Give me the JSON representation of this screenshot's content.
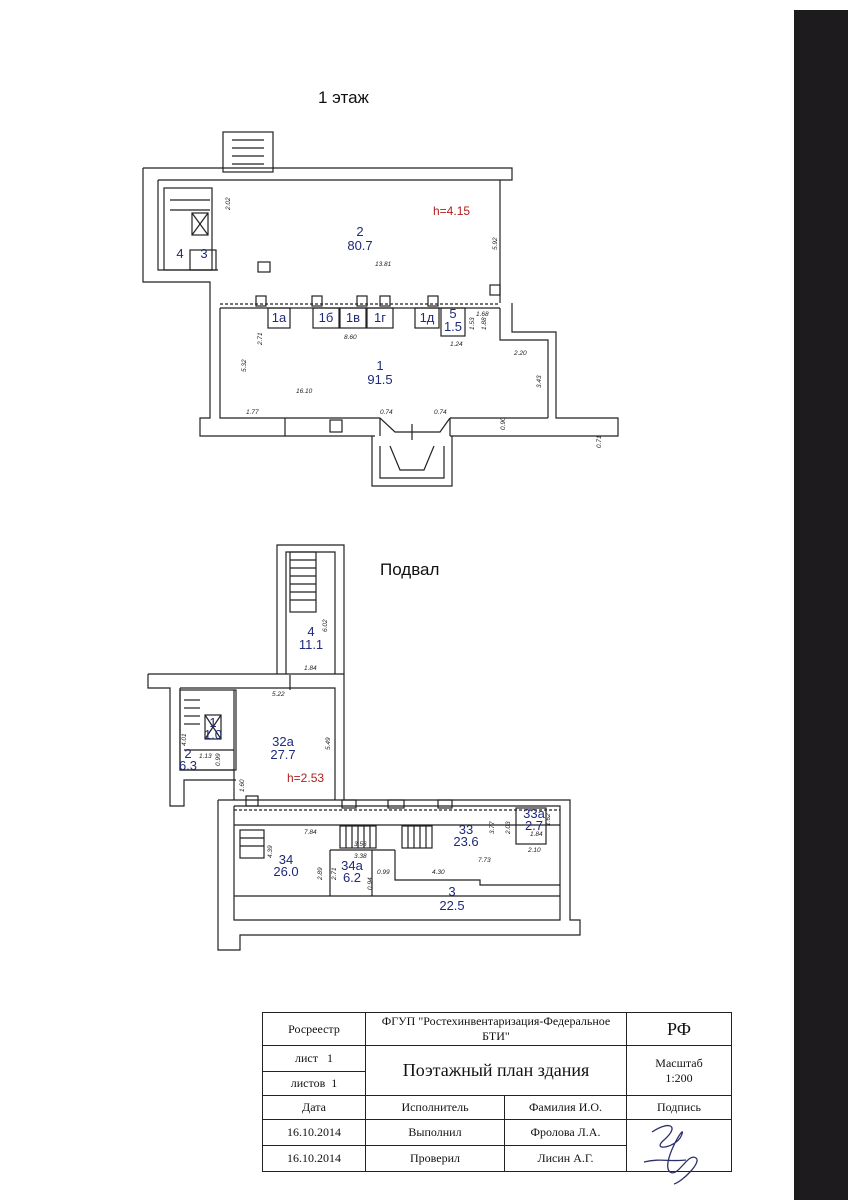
{
  "headings": {
    "floor1": "1 этаж",
    "basement": "Подвал"
  },
  "floor1": {
    "rooms": [
      {
        "num": "2",
        "area": "80.7"
      },
      {
        "num": "1",
        "area": "91.5"
      },
      {
        "num": "5",
        "area": "1.5"
      }
    ],
    "small_labels": [
      "1а",
      "1б",
      "1в",
      "1г",
      "1д",
      "4",
      "3"
    ],
    "height": "h=4.15",
    "dims": [
      "2.02",
      "13.81",
      "5.92",
      "1.68",
      "1.53",
      "1.88",
      "1.24",
      "8.60",
      "2.71",
      "5.32",
      "16.10",
      "2.20",
      "3.43",
      "1.77",
      "0.74",
      "0.74",
      "0.90",
      "0.71"
    ]
  },
  "basement": {
    "rooms": [
      {
        "num": "4",
        "area": "11.1"
      },
      {
        "num": "32а",
        "area": "27.7"
      },
      {
        "num": "1",
        "area": "1.0"
      },
      {
        "num": "2",
        "area": "6.3"
      },
      {
        "num": "33",
        "area": "23.6"
      },
      {
        "num": "33а",
        "area": "2.7"
      },
      {
        "num": "34",
        "area": "26.0"
      },
      {
        "num": "34а",
        "area": "6.2"
      },
      {
        "num": "3",
        "area": "22.5"
      }
    ],
    "height": "h=2.53",
    "dims": [
      "6.02",
      "1.84",
      "5.22",
      "5.49",
      "1.60",
      "4.01",
      "1.13",
      "0.99",
      "7.84",
      "3.56",
      "3.38",
      "4.39",
      "2.89",
      "2.71",
      "0.99",
      "0.94",
      "4.30",
      "7.73",
      "3.77",
      "2.03",
      "1.84",
      "1.62",
      "2.10"
    ]
  },
  "stamp": {
    "rosreestr": "Росреестр",
    "org": "ФГУП \"Ростехинвентаризация-Федеральное БТИ\"",
    "rf": "РФ",
    "sheet_label": "лист",
    "sheet_num": "1",
    "sheets_label": "листов",
    "sheets_num": "1",
    "title": "Поэтажный план здания",
    "scale_label": "Масштаб",
    "scale_value": "1:200",
    "date_label": "Дата",
    "executor_label": "Исполнитель",
    "name_label": "Фамилия И.О.",
    "signature_label": "Подпись",
    "row1_date": "16.10.2014",
    "row1_role": "Выполнил",
    "row1_name": "Фролова Л.А.",
    "row2_date": "16.10.2014",
    "row2_role": "Проверил",
    "row2_name": "Лисин А.Г."
  }
}
